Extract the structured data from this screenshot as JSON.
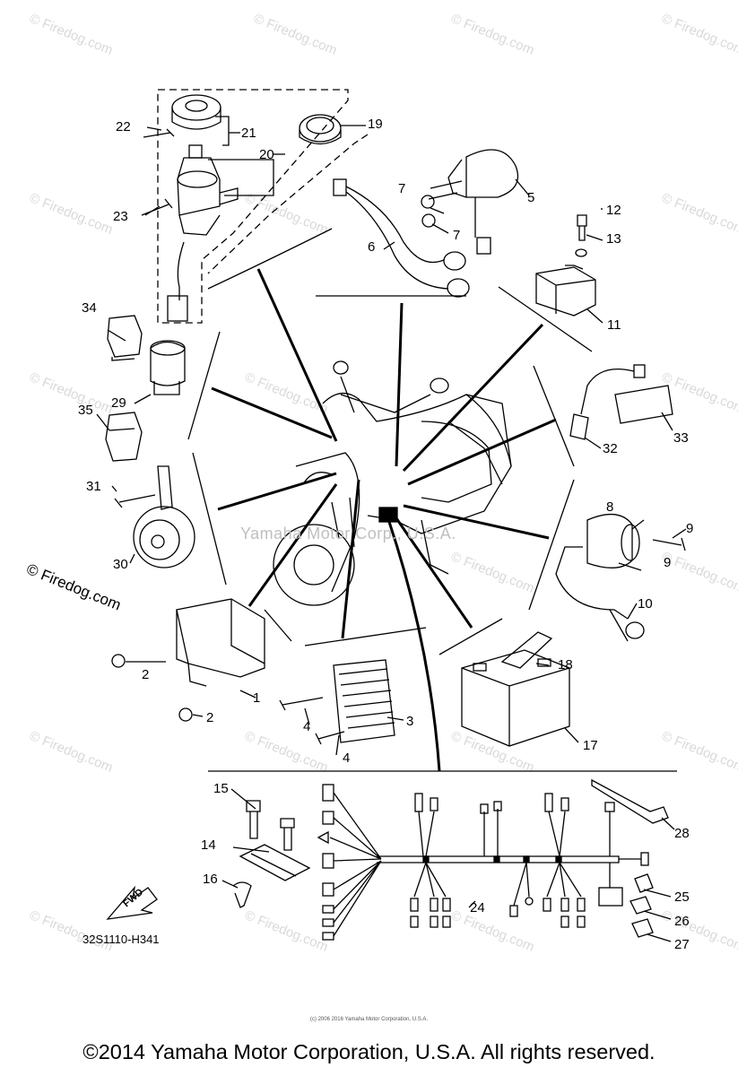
{
  "watermark_text": "© Firedog.com",
  "center_watermark": "Yamaha Motor Corp., U.S.A.",
  "copyright_small": "(c) 2006 2016 Yamaha Motor Corporation, U.S.A.",
  "diagram_code": "32S1110-H341",
  "fwd_label": "FWD",
  "copyright": "©2014 Yamaha Motor Corporation, U.S.A. All rights reserved.",
  "callouts": {
    "c1": "1",
    "c2a": "2",
    "c2b": "2",
    "c3": "3",
    "c4a": "4",
    "c4b": "4",
    "c5": "5",
    "c6": "6",
    "c7a": "7",
    "c7b": "7",
    "c8": "8",
    "c9a": "9",
    "c9b": "9",
    "c10": "10",
    "c11": "11",
    "c12": "12",
    "c13": "13",
    "c14": "14",
    "c15": "15",
    "c16": "16",
    "c17": "17",
    "c18": "18",
    "c19": "19",
    "c20": "20",
    "c21": "21",
    "c22": "22",
    "c23": "23",
    "c24": "24",
    "c25": "25",
    "c26": "26",
    "c27": "27",
    "c28": "28",
    "c29": "29",
    "c30": "30",
    "c31": "31",
    "c32": "32",
    "c33": "33",
    "c34": "34",
    "c35": "35"
  }
}
